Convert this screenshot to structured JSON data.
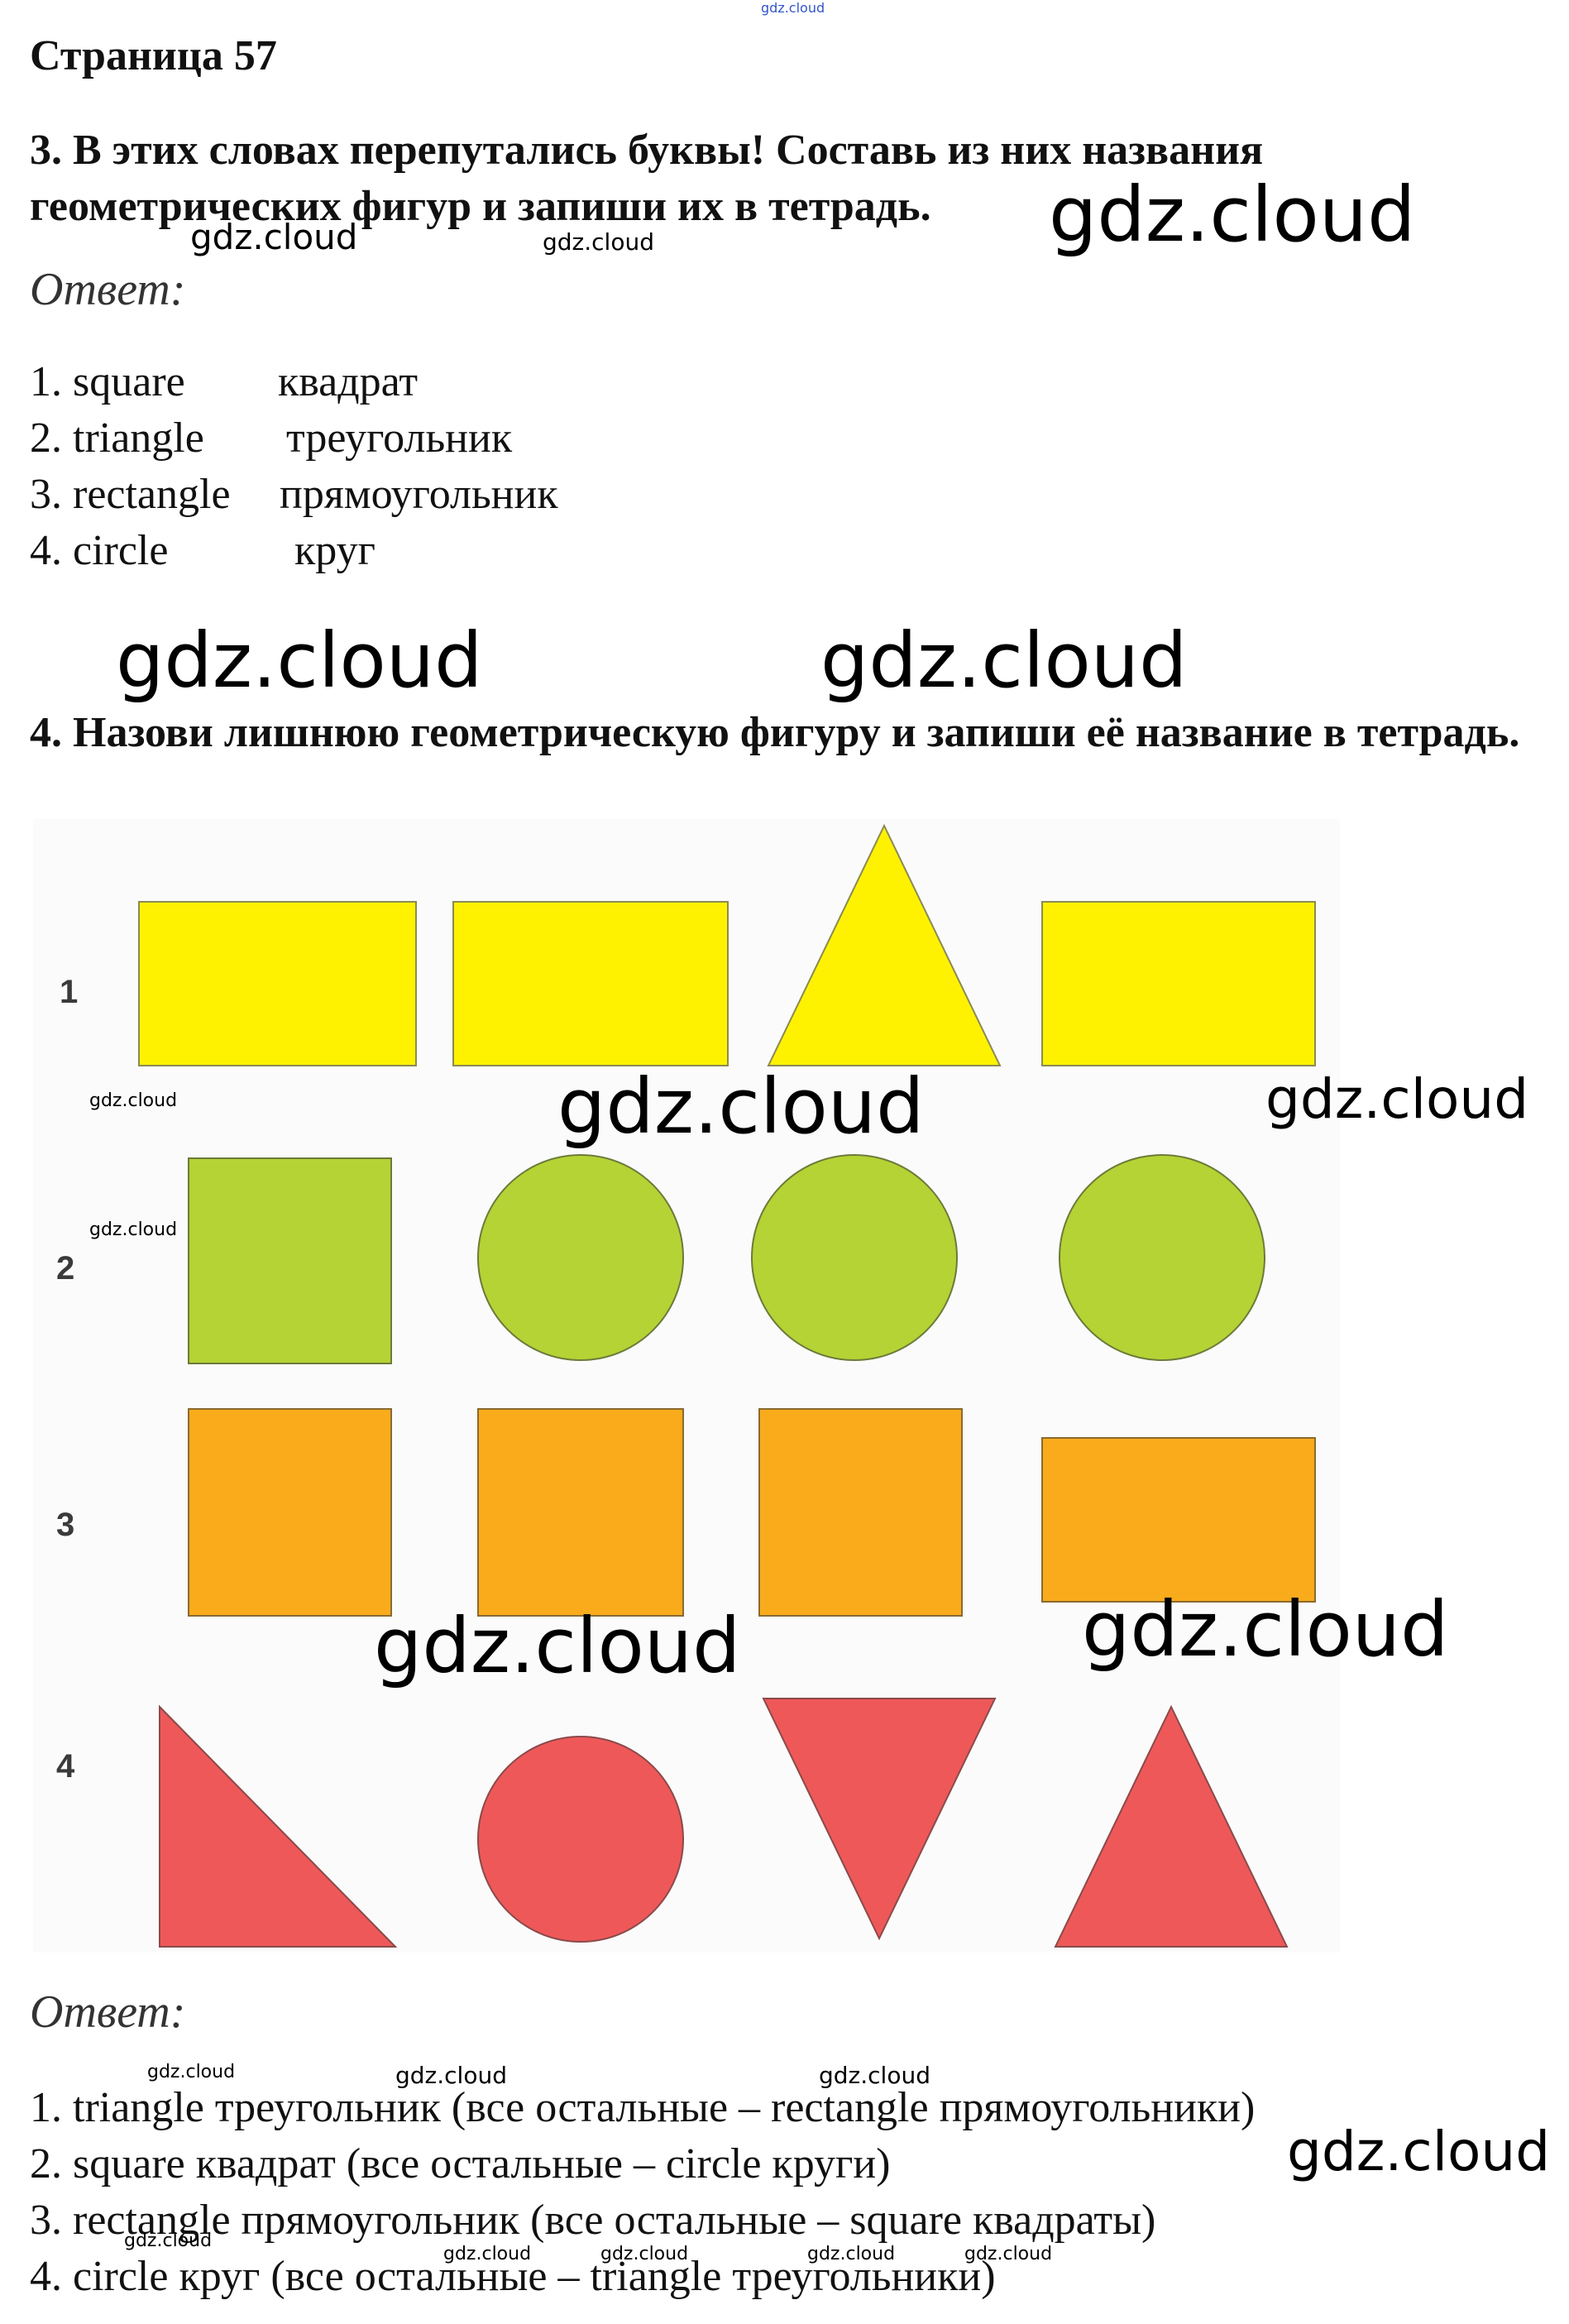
{
  "header_watermark": "gdz.cloud",
  "page_title": "Страница 57",
  "task3": {
    "title": "3. В этих словах перепутались буквы! Составь из них названия геометрических фигур и запиши их в тетрадь.",
    "answer_label": "Ответ:",
    "answers": [
      {
        "en": "1. square",
        "ru": "квадрат"
      },
      {
        "en": "2. triangle",
        "ru": "треугольник"
      },
      {
        "en": "3. rectangle",
        "ru": "прямоугольник"
      },
      {
        "en": "4. circle",
        "ru": "круг"
      }
    ]
  },
  "task4": {
    "title": "4. Назови лишнюю геометрическую фигуру и запиши её название в тетрадь.",
    "figure": {
      "row_labels": [
        "1",
        "2",
        "3",
        "4"
      ],
      "colors": {
        "yellow": "#fff200",
        "green": "#b5d334",
        "orange": "#f9ab1c",
        "red": "#ef5859"
      },
      "rows": [
        [
          "rectangle",
          "rectangle",
          "triangle",
          "rectangle"
        ],
        [
          "square",
          "circle",
          "circle",
          "circle"
        ],
        [
          "square",
          "square",
          "square",
          "rectangle"
        ],
        [
          "right-triangle",
          "circle",
          "inverted-triangle",
          "triangle"
        ]
      ]
    },
    "answer_label": "Ответ:",
    "answers": [
      "1. triangle  треугольник (все остальные – rectangle прямоугольники)",
      "2. square квадрат (все остальные – circle круги)",
      "3. rectangle прямоугольник (все остальные – square квадраты)",
      "4. circle круг (все остальные – triangle треугольники)"
    ]
  },
  "watermark_text": "gdz.cloud"
}
